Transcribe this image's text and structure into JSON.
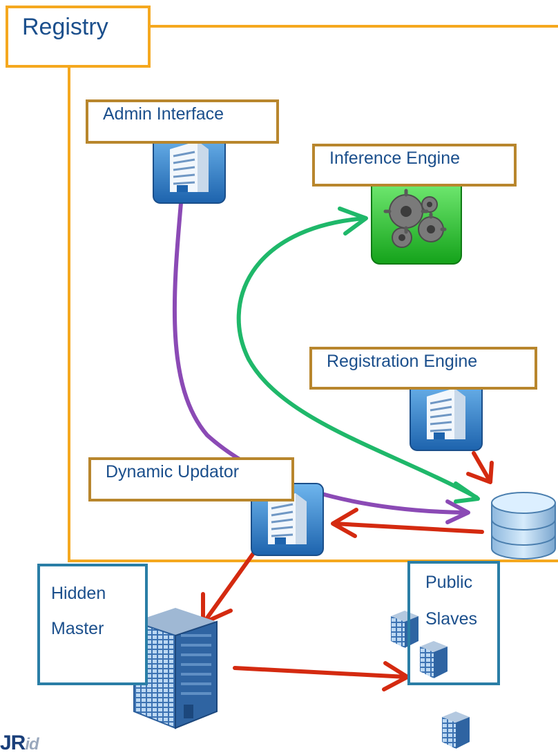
{
  "registry": {
    "label": "Registry"
  },
  "components": {
    "admin_interface": "Admin Interface",
    "inference_engine": "Inference Engine",
    "registration_engine": "Registration Engine",
    "dynamic_updator": "Dynamic Updator"
  },
  "external": {
    "hidden_line1": "Hidden",
    "hidden_line2": "Master",
    "public_line1": "Public",
    "public_line2": "Slaves"
  },
  "logo": {
    "text_main": "JR",
    "text_suffix": "id"
  },
  "colors": {
    "registry_border": "#f5a81f",
    "component_border": "#b8862d",
    "external_border": "#2a7ea6",
    "label_text": "#1b4f8c",
    "arrow_purple": "#8b4ab5",
    "arrow_green": "#1fb86a",
    "arrow_red": "#d42a10"
  },
  "icons": {
    "admin_interface": "building-icon",
    "inference_engine": "gears-icon",
    "registration_engine": "building-icon",
    "dynamic_updator": "building-icon",
    "database": "database-icon",
    "hidden_master": "building-3d-icon",
    "public_slaves": "building-3d-icon"
  }
}
